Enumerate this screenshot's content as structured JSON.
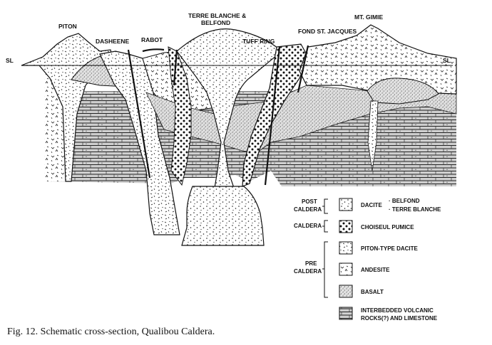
{
  "labels": {
    "piton": "PITON",
    "dasheene": "DASHEENE",
    "rabot": "RABOT",
    "terre_blanche_1": "TERRE BLANCHE &",
    "terre_blanche_2": "BELFOND",
    "tuff_ring": "TUFF RING",
    "fond_st_jacques": "FOND ST. JACQUES",
    "mt_gimie": "MT. GIMIE",
    "sl_left": "SL",
    "sl_right": "SL"
  },
  "legend": {
    "post_caldera_1": "POST",
    "post_caldera_2": "CALDERA",
    "caldera": "CALDERA",
    "pre_caldera_1": "PRE",
    "pre_caldera_2": "CALDERA",
    "dacite": "DACITE",
    "belfond": "· BELFOND",
    "terre_blanche": "· TERRE BLANCHE",
    "choiseul_pumice": "CHOISEUL PUMICE",
    "piton_type_dacite": "PITON-TYPE DACITE",
    "andesite": "ANDESITE",
    "basalt": "BASALT",
    "interbedded_1": "INTERBEDDED VOLCANIC",
    "interbedded_2": "ROCKS(?) AND LIMESTONE"
  },
  "caption": "Fig. 12. Schematic cross-section, Qualibou Caldera."
}
